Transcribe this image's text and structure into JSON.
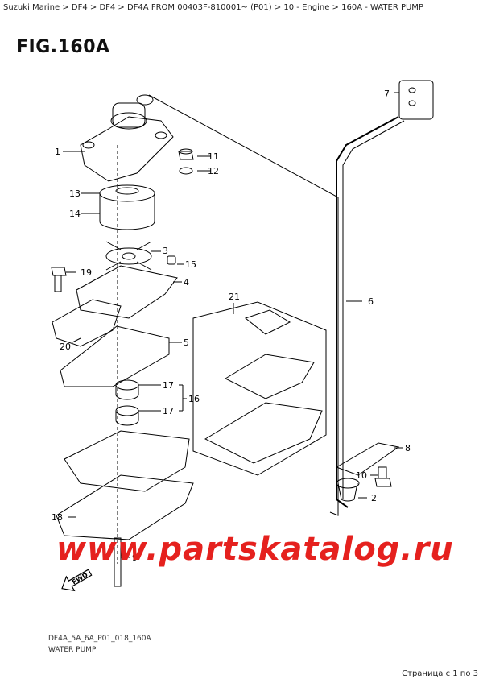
{
  "breadcrumb": "Suzuki Marine > DF4 > DF4 > DF4A FROM 00403F-810001~ (P01) > 10 - Engine > 160A - WATER PUMP",
  "figure_title": "FIG.160A",
  "callouts": {
    "c1": "1",
    "c2": "2",
    "c3": "3",
    "c4": "4",
    "c5": "5",
    "c6": "6",
    "c7": "7",
    "c8": "8",
    "c9": "9",
    "c10": "10",
    "c11": "11",
    "c12": "12",
    "c13": "13",
    "c14": "14",
    "c15": "15",
    "c16": "16",
    "c17a": "17",
    "c17b": "17",
    "c18": "18",
    "c19": "19",
    "c20": "20",
    "c21": "21"
  },
  "fwd_label": "FWD",
  "watermark": "www.partskatalog.ru",
  "model_code": "DF4A_5A_6A_P01_018_160A",
  "caption": "WATER PUMP",
  "page_info": "Страница с 1 по 3",
  "colors": {
    "watermark": "#e5211e",
    "callout_red": "#c8102e",
    "line": "#000000"
  }
}
